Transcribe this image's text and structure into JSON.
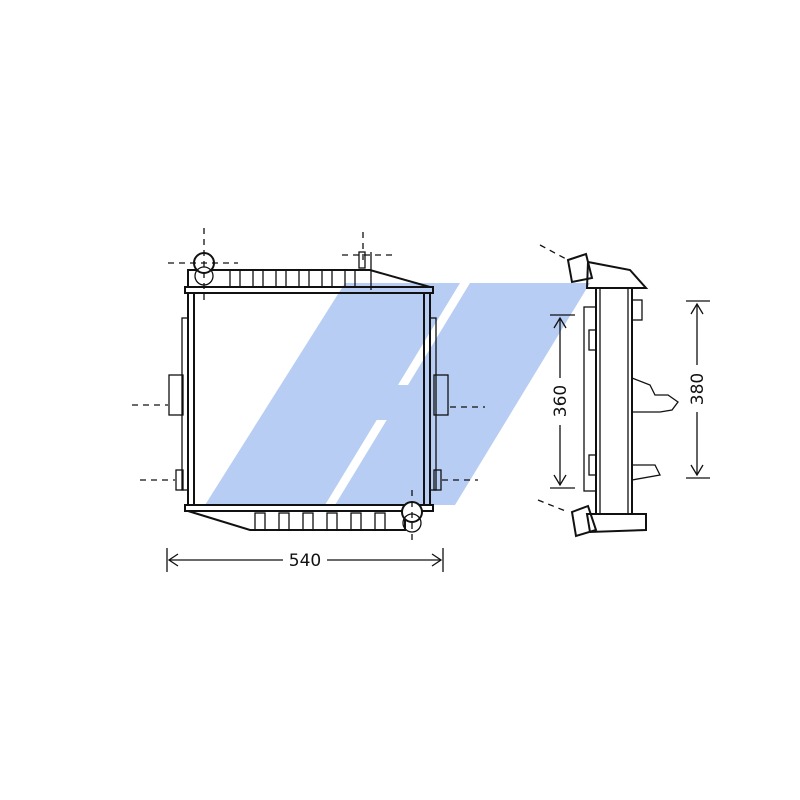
{
  "drawing": {
    "front_view": {
      "width_dimension": "540"
    },
    "side_view": {
      "height_dimension_inner": "360",
      "height_dimension_outer": "380"
    }
  },
  "watermark": {
    "color": "#b7cdf3"
  }
}
